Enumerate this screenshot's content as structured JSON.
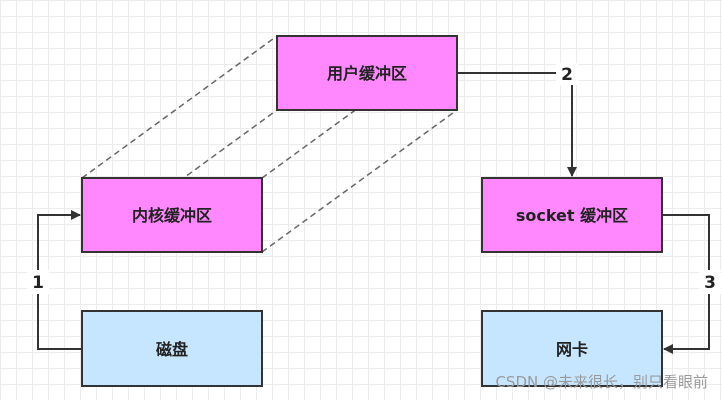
{
  "nodes": {
    "user_buffer": "用户缓冲区",
    "kernel_buffer": "内核缓冲区",
    "socket_buffer": "socket 缓冲区",
    "disk": "磁盘",
    "nic": "网卡"
  },
  "steps": {
    "step1": "1",
    "step2": "2",
    "step3": "3"
  },
  "watermark": "CSDN @未来很长，别只看眼前",
  "colors": {
    "buffer_fill": "#ff88ff",
    "device_fill": "#c6e6ff",
    "stroke": "#333333",
    "dashed": "#666666"
  }
}
